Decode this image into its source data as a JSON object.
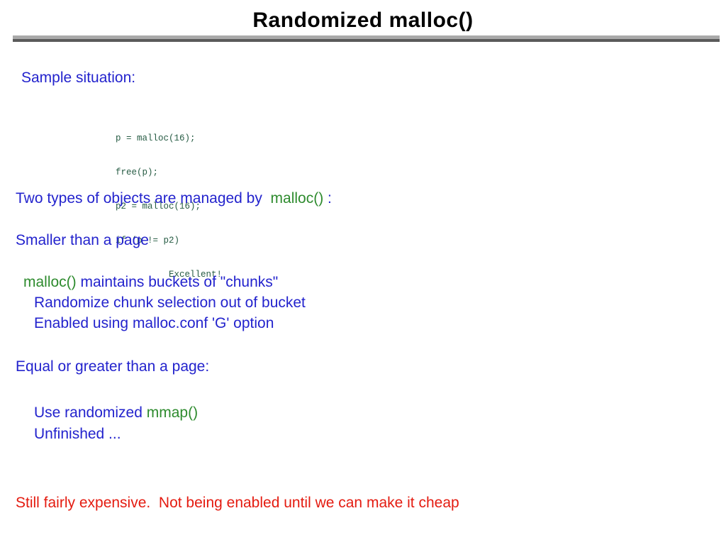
{
  "colors": {
    "background": "#ffffff",
    "title": "#000000",
    "blue": "#2323cd",
    "green": "#2e8b2e",
    "red": "#e41b10",
    "code": "#275c44",
    "rule_top": "#a9a9a9",
    "rule_bottom": "#5a5a5a"
  },
  "title": "Randomized malloc()",
  "sample": {
    "label": "Sample situation:"
  },
  "code": {
    "lines": [
      "p = malloc(16);",
      "free(p);",
      "p2 = malloc(16);",
      "if (p != p2)",
      "          Excellent!"
    ]
  },
  "body": {
    "two_types": {
      "pre": "Two types of objects are managed by  ",
      "keyword": "malloc()",
      "post": " :"
    },
    "smaller_heading": "Smaller than a page",
    "buckets": {
      "keyword": "malloc()",
      "rest": " maintains buckets of \"chunks\""
    },
    "randomize": "Randomize chunk selection out of bucket",
    "enabled": "Enabled using malloc.conf 'G' option",
    "equal_heading": "Equal or greater than a page:",
    "use_randomized": {
      "pre": "Use randomized ",
      "keyword": "mmap()"
    },
    "unfinished": "Unfinished ...",
    "warning": "Still fairly expensive.  Not being enabled until we can make it cheap"
  }
}
